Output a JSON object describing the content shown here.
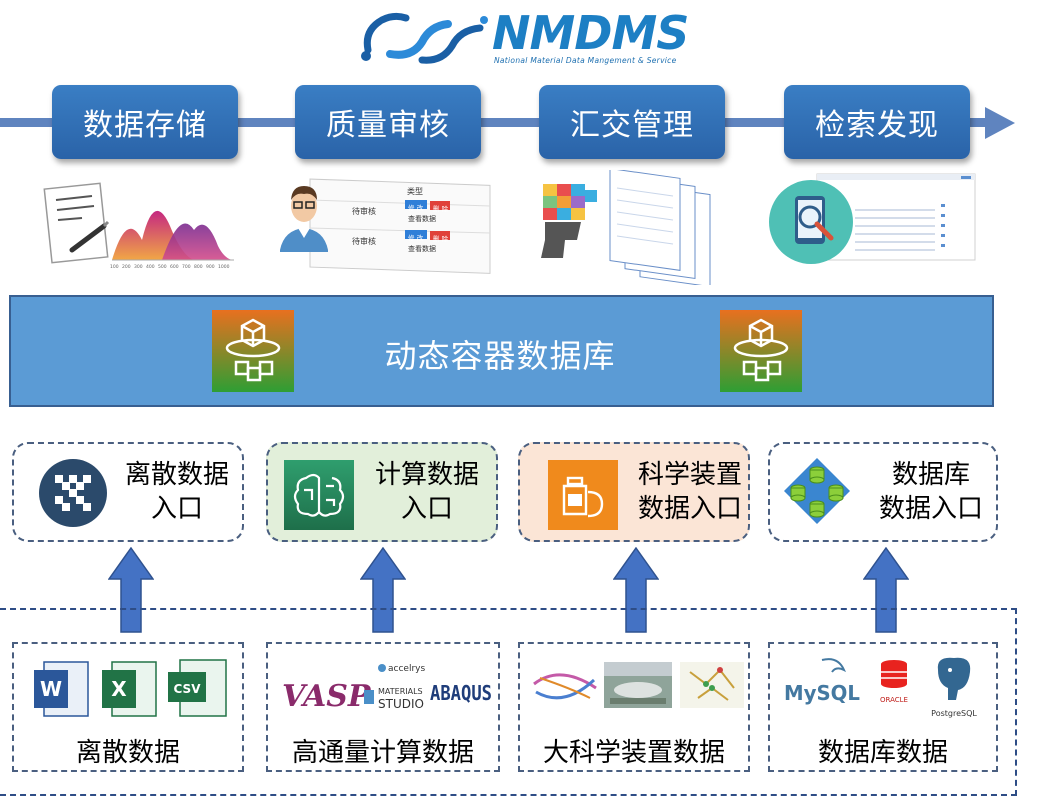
{
  "logo": {
    "title": "NMDMS",
    "subtitle": "National Material Data Mangement & Service"
  },
  "steps": [
    {
      "label": "数据存储"
    },
    {
      "label": "质量审核"
    },
    {
      "label": "汇交管理"
    },
    {
      "label": "检索发现"
    }
  ],
  "illustrations": {
    "review": {
      "col_header": "类型",
      "rows": [
        {
          "status": "待审核",
          "tag1": "修 改",
          "tag2": "删 除",
          "action": "查看数据"
        },
        {
          "status": "待审核",
          "tag1": "修 改",
          "tag2": "删 除",
          "action": "查看数据"
        }
      ]
    },
    "storage_axis": [
      "100",
      "200",
      "300",
      "400",
      "500",
      "600",
      "700",
      "800",
      "900",
      "1000"
    ]
  },
  "database": {
    "label": "动态容器数据库"
  },
  "entries": [
    {
      "line1": "离散数据",
      "line2": "入口"
    },
    {
      "line1": "计算数据",
      "line2": "入口"
    },
    {
      "line1": "科学装置",
      "line2": "数据入口"
    },
    {
      "line1": "数据库",
      "line2": "数据入口"
    }
  ],
  "sources": [
    {
      "label": "离散数据",
      "logos": [
        "W",
        "X",
        "CSV"
      ]
    },
    {
      "label": "高通量计算数据",
      "logos": [
        "VASP",
        "accelrys",
        "MATERIALS",
        "STUDIO",
        "ABAQUS"
      ]
    },
    {
      "label": "大科学装置数据",
      "logos": []
    },
    {
      "label": "数据库数据",
      "logos": [
        "MySQL",
        "ORACLE",
        "PostgreSQL"
      ]
    }
  ],
  "colors": {
    "step_blue": "#2f6fb5",
    "band_blue": "#5b9bd5",
    "arrow_blue": "#4472c4",
    "entry_green_bg": "#e2efda",
    "entry_orange_bg": "#fbe5d6"
  }
}
